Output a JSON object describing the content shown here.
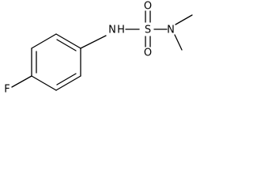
{
  "molecule": {
    "atoms": {
      "fluorine": "F",
      "nitrogen_amine": "N",
      "hydrogen_amine": "H",
      "sulfur": "S",
      "oxygen_top": "O",
      "oxygen_bottom": "O",
      "nitrogen_dimethyl": "N"
    }
  }
}
